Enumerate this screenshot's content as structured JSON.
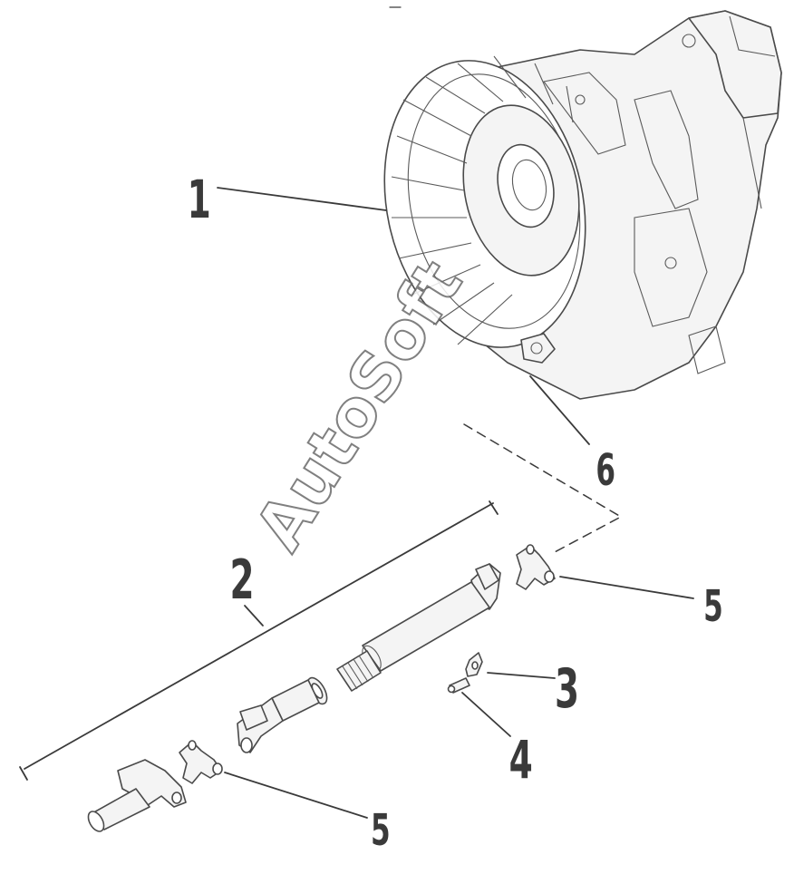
{
  "callouts": {
    "c1": "1",
    "c2": "2",
    "c3": "3",
    "c4": "4",
    "c5a": "5",
    "c5b": "5",
    "c6": "6"
  },
  "watermark": "AutoSoft",
  "colors": {
    "line": "#3a3a3a",
    "watermark_outline": "#6a6a6a",
    "background": "#ffffff"
  }
}
